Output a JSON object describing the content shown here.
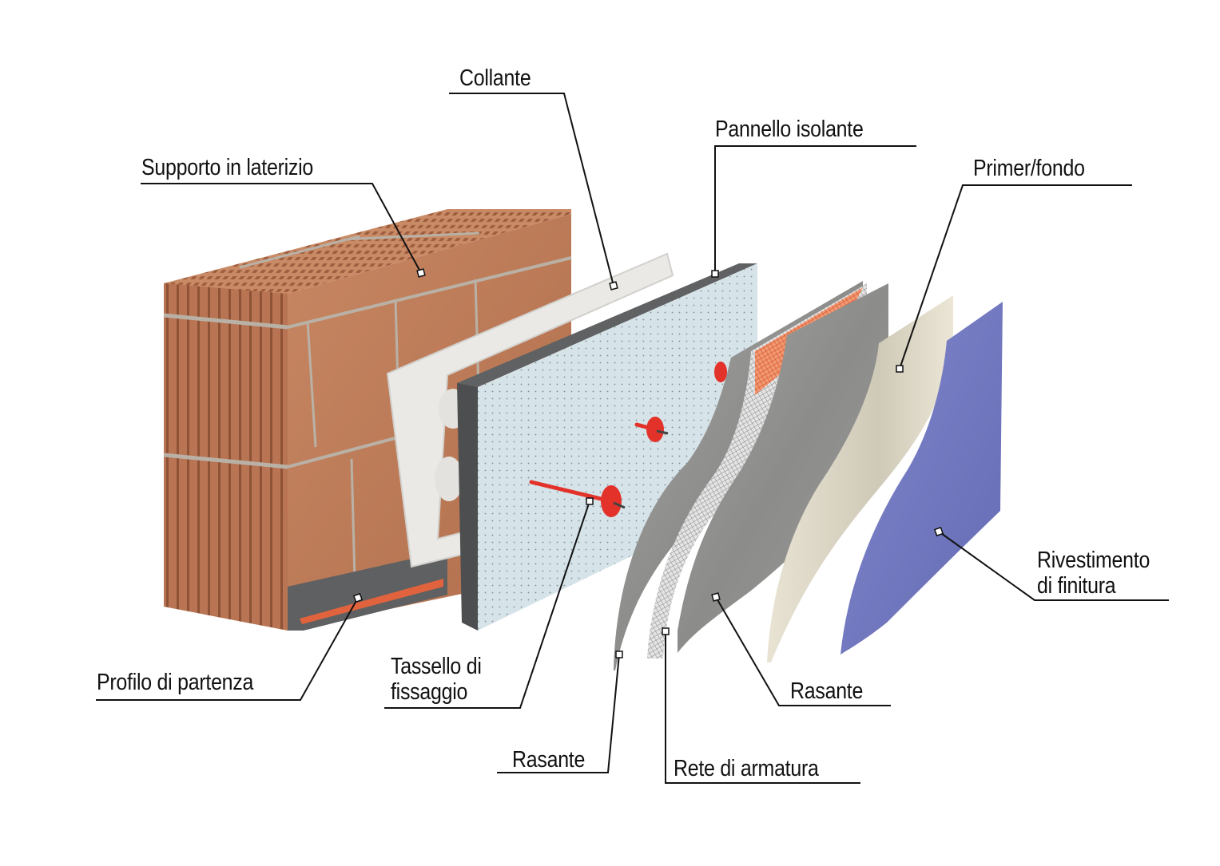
{
  "diagram": {
    "type": "exploded-layer-view",
    "subject": "External thermal insulation composite system (cappotto) layers",
    "colors": {
      "brick": "#c07d58",
      "brick_dark": "#9c5e3f",
      "mortar": "#b8b2a8",
      "adhesive": "#eceae6",
      "insulation_face": "#d4e2e8",
      "insulation_edge": "#5b5d5f",
      "dowel": "#e2322a",
      "render": "#8e8e8c",
      "mesh_orange": "#e0693f",
      "mesh_white": "#d8d8d8",
      "primer": "#e2dccb",
      "finish": "#7177bf",
      "starter_profile": "#5e6062",
      "leader_line": "#111111"
    }
  },
  "labels": {
    "collante": "Collante",
    "supporto": "Supporto in laterizio",
    "pannello": "Pannello isolante",
    "primer": "Primer/fondo",
    "rivestimento_1": "Rivestimento",
    "rivestimento_2": "di finitura",
    "profilo": "Profilo di partenza",
    "tassello_1": "Tassello di",
    "tassello_2": "fissaggio",
    "rasante_front": "Rasante",
    "rasante_back": "Rasante",
    "rete": "Rete di armatura"
  }
}
